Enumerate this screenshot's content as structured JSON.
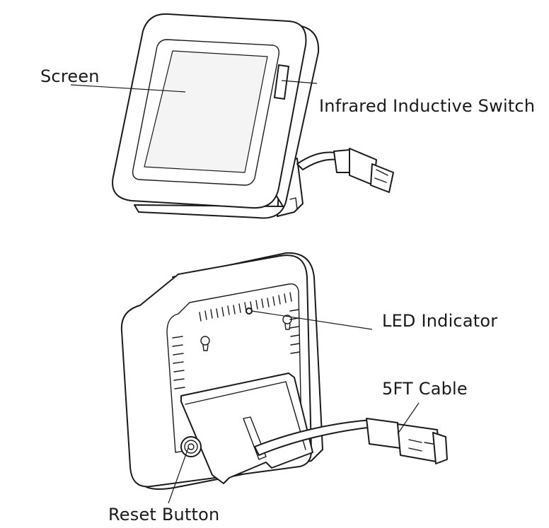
{
  "labels": {
    "screen": "Screen",
    "infrared_switch": "Infrared Inductive Switch",
    "led_indicator": "LED Indicator",
    "cable": "5FT Cable",
    "reset_button": "Reset Button"
  }
}
